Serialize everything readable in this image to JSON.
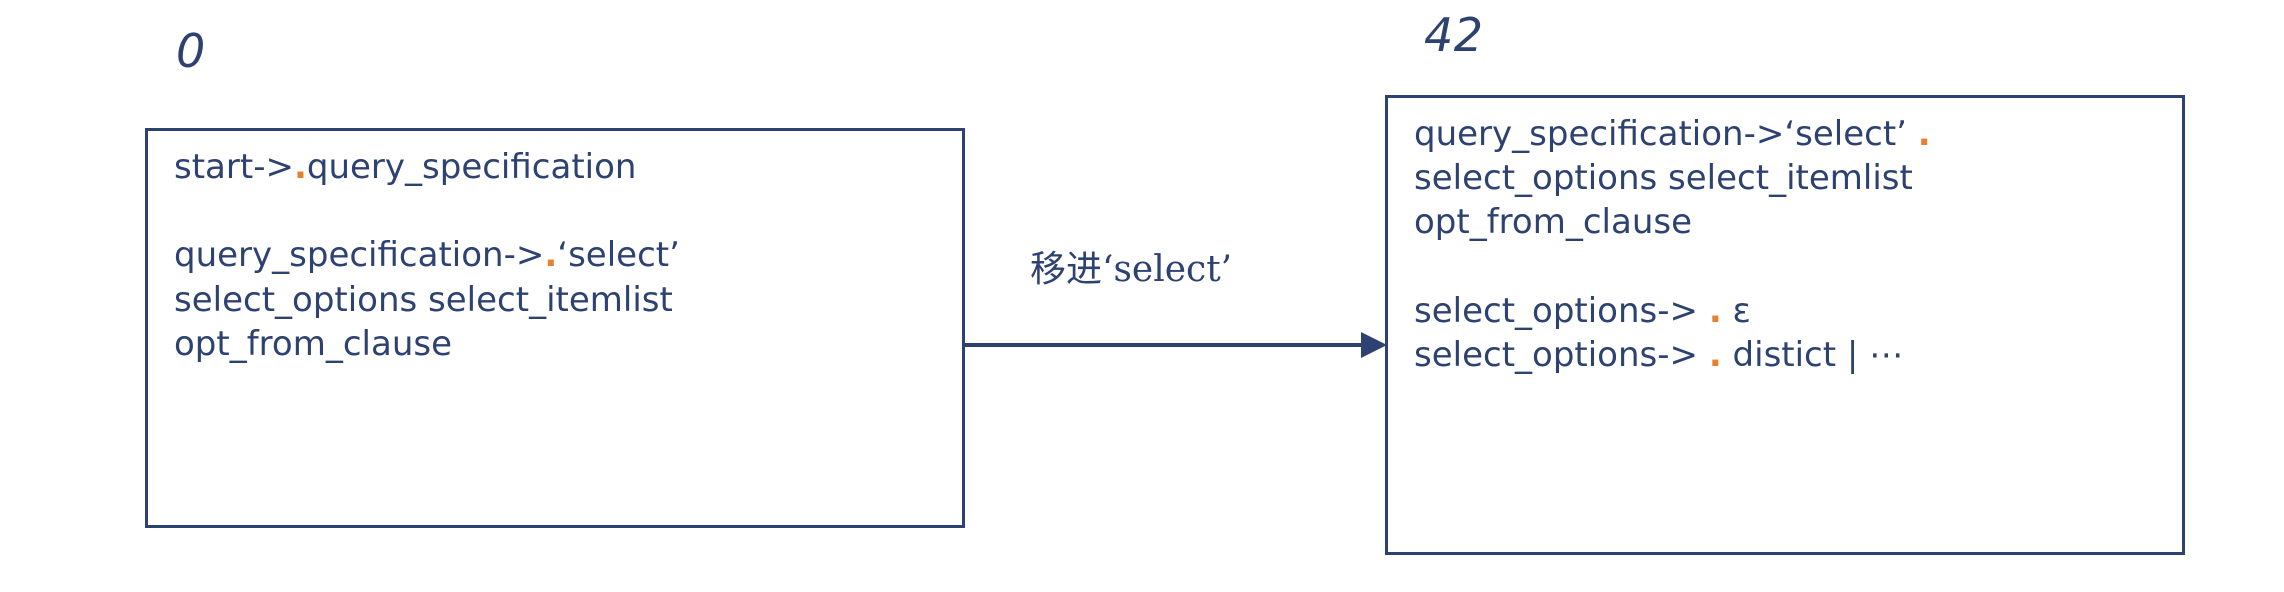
{
  "diagram": {
    "type": "lr-parser-state-transition",
    "background_color": "#ffffff",
    "line_color": "#2E4272",
    "text_color": "#2E4272",
    "dot_color": "#E8812E",
    "states": [
      {
        "id": "state-0",
        "label": "0",
        "paragraphs": [
          {
            "lines": [
              {
                "before": "start->",
                "dot": ".",
                "after": "query_specification"
              }
            ]
          },
          {
            "lines": [
              {
                "before": "query_specification->",
                "dot": ".",
                "after": "‘select’"
              },
              {
                "before": "select_options select_itemlist",
                "dot": "",
                "after": ""
              },
              {
                "before": "opt_from_clause",
                "dot": "",
                "after": ""
              }
            ]
          }
        ]
      },
      {
        "id": "state-42",
        "label": "42",
        "paragraphs": [
          {
            "lines": [
              {
                "before": "query_specification->‘select’ ",
                "dot": ".",
                "after": ""
              },
              {
                "before": "select_options select_itemlist",
                "dot": "",
                "after": ""
              },
              {
                "before": "opt_from_clause",
                "dot": "",
                "after": ""
              }
            ]
          },
          {
            "lines": [
              {
                "before": "select_options-> ",
                "dot": ".",
                "after": " ε"
              },
              {
                "before": "select_options-> ",
                "dot": ".",
                "after": " distict | ⋯"
              }
            ]
          }
        ]
      }
    ],
    "transition": {
      "label": "移进‘select’",
      "from": "state-0",
      "to": "state-42"
    }
  }
}
